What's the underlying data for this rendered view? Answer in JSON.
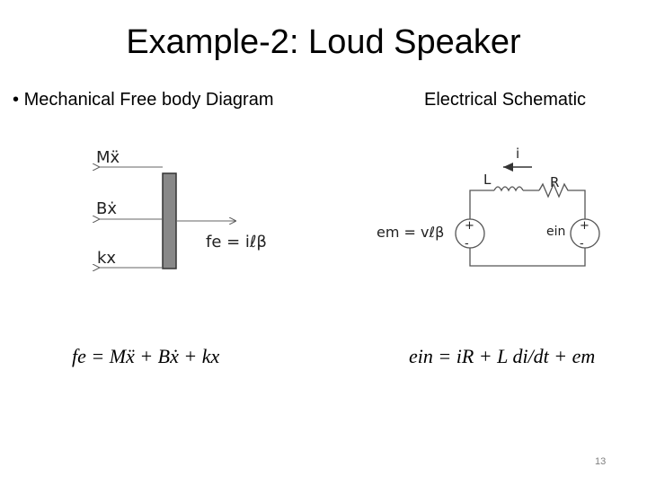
{
  "slide": {
    "title": "Example-2: Loud Speaker",
    "page_number": "13"
  },
  "left_panel": {
    "bullet": "•",
    "heading": "Mechanical Free body Diagram",
    "forces": {
      "inertia_label": "Mẍ",
      "damping_label": "Bẋ",
      "spring_label": "kx",
      "applied_force_label": "fe = iℓβ"
    },
    "equation": "fe = Mẍ + Bẋ + kx"
  },
  "right_panel": {
    "heading": "Electrical Schematic",
    "current_label": "i",
    "inductor_label": "L",
    "resistor_label": "R",
    "back_emf_label": "em = vℓβ",
    "input_source_label": "ein",
    "equation": "ein = iR + L di/dt + em"
  }
}
